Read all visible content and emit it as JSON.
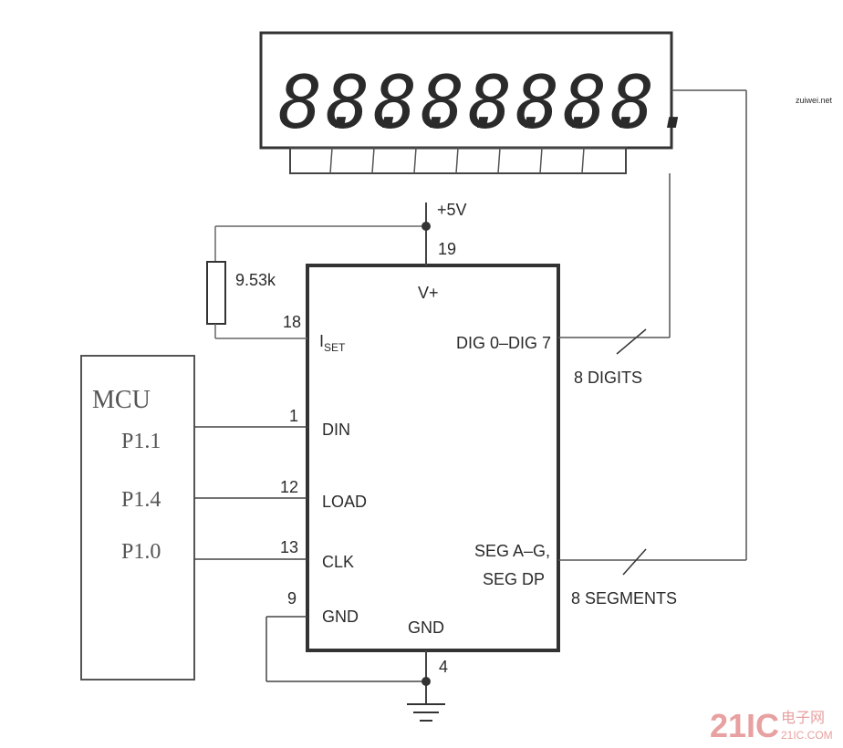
{
  "display": {
    "digits": [
      "8.",
      "8.",
      "8.",
      "8.",
      "8.",
      "8.",
      "8.",
      "8."
    ]
  },
  "chip": {
    "vplus_label": "V+",
    "iset_label": "I",
    "iset_sub": "SET",
    "din_label": "DIN",
    "load_label": "LOAD",
    "clk_label": "CLK",
    "gnd_left_label": "GND",
    "gnd_bottom_label": "GND",
    "dig_label": "DIG 0–DIG 7",
    "seg_label_1": "SEG A–G,",
    "seg_label_2": "SEG DP"
  },
  "pins": {
    "vplus": "19",
    "iset": "18",
    "din": "1",
    "load": "12",
    "clk": "13",
    "gnd_left": "9",
    "gnd_bottom": "4"
  },
  "power": {
    "label": "+5V"
  },
  "resistor": {
    "label": "9.53k"
  },
  "buses": {
    "digits": "8 DIGITS",
    "segments": "8 SEGMENTS"
  },
  "mcu": {
    "title": "MCU",
    "ports": [
      "P1.1",
      "P1.4",
      "P1.0"
    ]
  },
  "watermark": {
    "logo": "21IC",
    "cn": "电子网",
    "url": "21IC.COM",
    "sub": "zuiwei.net"
  }
}
